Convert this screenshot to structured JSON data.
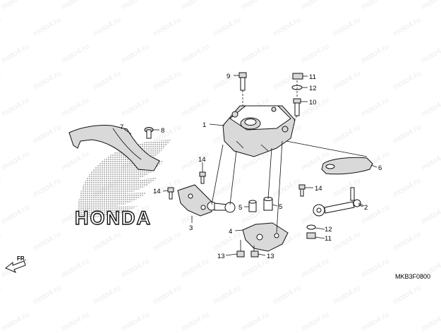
{
  "watermark": "moto4.ru",
  "brand": {
    "text": "HONDA"
  },
  "diagram_code": "MKB3F0800",
  "direction_label": "FR.",
  "callouts": {
    "c1": "1",
    "c2": "2",
    "c3": "3",
    "c4": "4",
    "c5a": "5",
    "c5b": "5",
    "c6": "6",
    "c7": "7",
    "c8": "8",
    "c9": "9",
    "c10": "10",
    "c11a": "11",
    "c11b": "11",
    "c12a": "12",
    "c12b": "12",
    "c13a": "13",
    "c13b": "13",
    "c14a": "14",
    "c14b": "14",
    "c14c": "14"
  }
}
